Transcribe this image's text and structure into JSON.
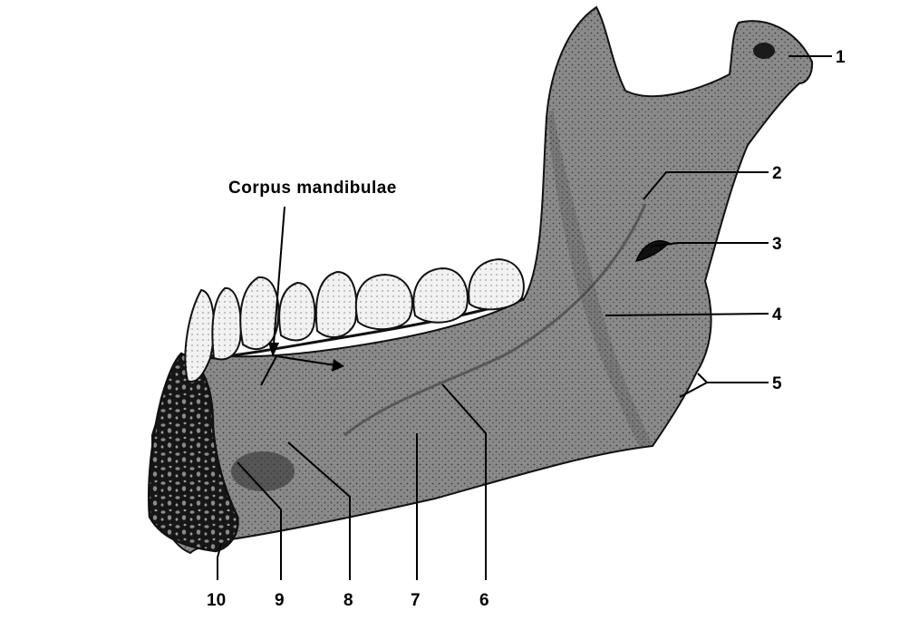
{
  "diagram": {
    "heading": "Corpus mandibulae",
    "labels": [
      "1",
      "2",
      "3",
      "4",
      "5",
      "6",
      "7",
      "8",
      "9",
      "10"
    ]
  }
}
